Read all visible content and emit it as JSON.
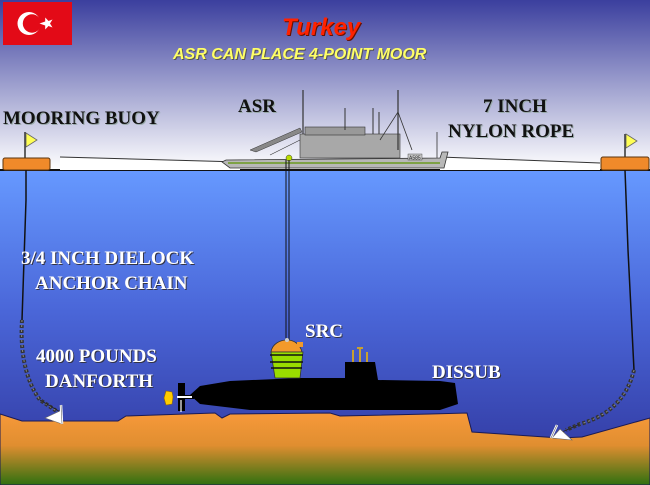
{
  "header": {
    "country": "Turkey",
    "subtitle": "ASR CAN PLACE 4-POINT MOOR"
  },
  "flag": {
    "icon": "turkish-flag-icon"
  },
  "labels": {
    "mooring_buoy": "MOORING BUOY",
    "asr": "ASR",
    "rope_line1": "7 INCH",
    "rope_line2": "NYLON ROPE",
    "chain_line1": "3/4 INCH DIELOCK",
    "chain_line2": "ANCHOR CHAIN",
    "anchor_line1": "4000 POUNDS",
    "anchor_line2": "DANFORTH",
    "src": "SRC",
    "dissub": "DISSUB",
    "hull_number": "A585"
  },
  "colors": {
    "sky_top": "#3b3f9e",
    "sky_bottom": "#ffffff",
    "water_top": "#6699ff",
    "water_bottom": "#2e3399",
    "seabed_top": "#f7993a",
    "seabed_bottom": "#2f7010",
    "buoy": "#f08a2a",
    "flag_pennant": "#ffff55",
    "title_red": "#ff2200",
    "subtitle_yellow": "#ffff66",
    "src_green": "#99dd00",
    "src_orange": "#f39a2a",
    "submarine": "#000000"
  }
}
